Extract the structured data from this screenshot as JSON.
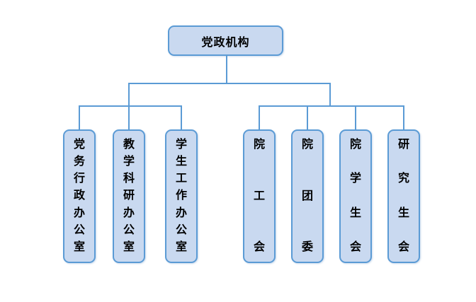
{
  "diagram": {
    "root": {
      "label": "党政机构"
    },
    "left_group": {
      "items": [
        {
          "label": "党务行政办公室"
        },
        {
          "label": "教学科研办公室"
        },
        {
          "label": "学生工作办公室"
        }
      ]
    },
    "right_group": {
      "items": [
        {
          "label": "院工会"
        },
        {
          "label": "院团委"
        },
        {
          "label": "院学生会"
        },
        {
          "label": "研究生会"
        }
      ]
    },
    "colors": {
      "background": "#FFFFFF",
      "box_fill": "#C9D9F0",
      "box_border": "#5B9BD5",
      "connector": "#5B9BD5",
      "text": "#000000"
    }
  }
}
